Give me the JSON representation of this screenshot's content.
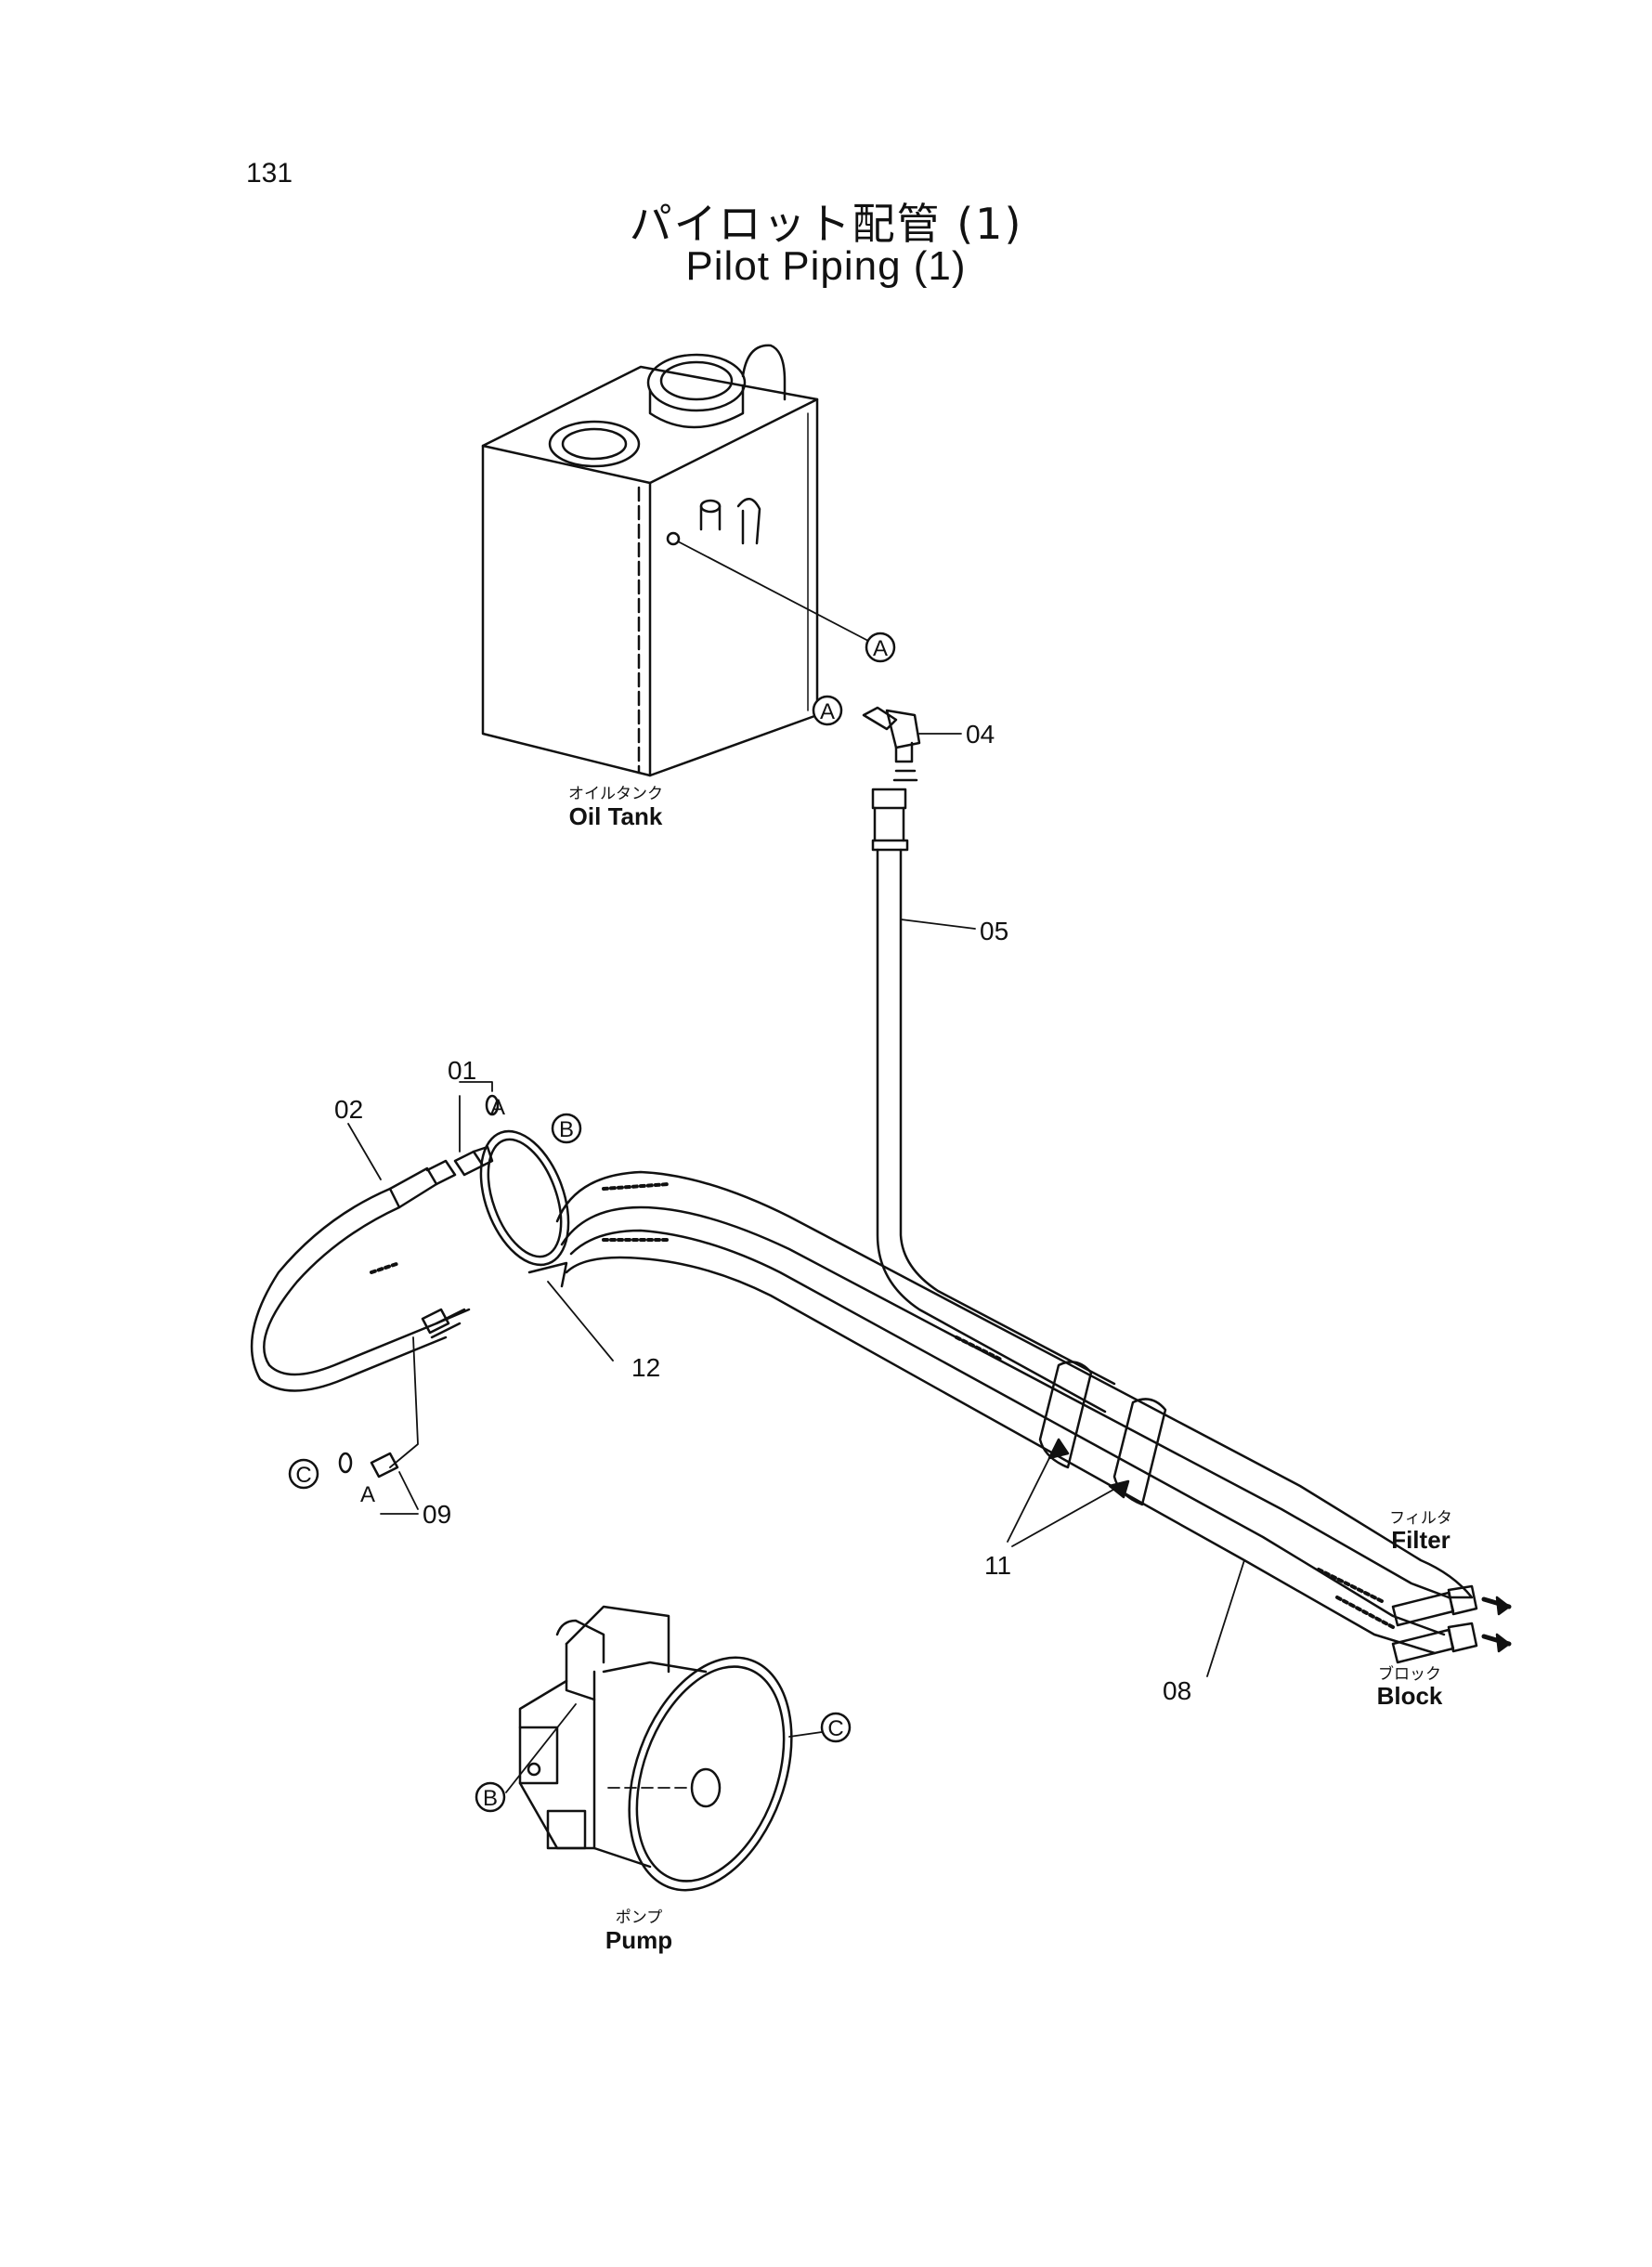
{
  "page_number": "131",
  "title_jp": "パイロット配管 (1)",
  "title_en": "Pilot Piping (1)",
  "components": {
    "oil_tank": {
      "jp": "オイルタンク",
      "en": "Oil Tank"
    },
    "pump": {
      "jp": "ポンプ",
      "en": "Pump"
    },
    "filter": {
      "jp": "フィルタ",
      "en": "Filter"
    },
    "block": {
      "jp": "ブロック",
      "en": "Block"
    }
  },
  "part_numbers": {
    "p01": "01",
    "p02": "02",
    "p04": "04",
    "p05": "05",
    "p08": "08",
    "p09": "09",
    "p11": "11",
    "p12": "12"
  },
  "connection_markers": {
    "a1": "A",
    "a2": "A",
    "b1": "B",
    "b2": "B",
    "c1": "C",
    "c2": "C"
  },
  "sub_labels": {
    "sub_a_top": "A",
    "sub_a_bottom": "A"
  },
  "colors": {
    "ink": "#111111",
    "background": "#ffffff"
  }
}
